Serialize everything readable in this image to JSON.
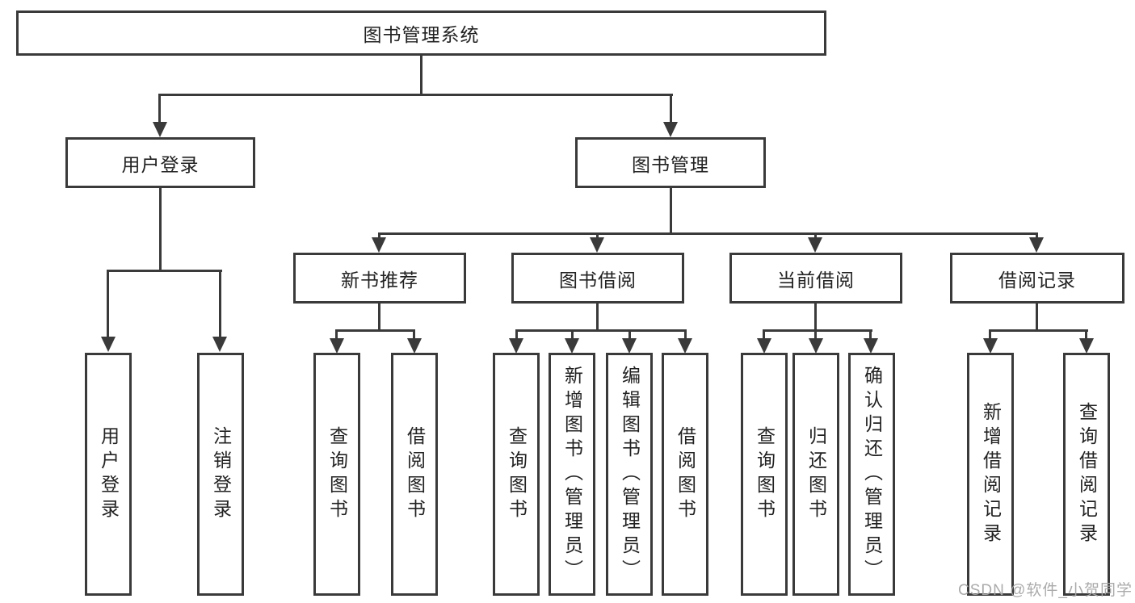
{
  "diagram": {
    "root": {
      "label": "图书管理系统"
    },
    "branches": [
      {
        "label": "用户登录",
        "children": [
          {
            "label": "用户登录"
          },
          {
            "label": "注销登录"
          }
        ]
      },
      {
        "label": "图书管理",
        "children": [
          {
            "label": "新书推荐",
            "children": [
              {
                "label": "查询图书"
              },
              {
                "label": "借阅图书"
              }
            ]
          },
          {
            "label": "图书借阅",
            "children": [
              {
                "label": "查询图书"
              },
              {
                "label": "新增图书（管理员）"
              },
              {
                "label": "编辑图书（管理员）"
              },
              {
                "label": "借阅图书"
              }
            ]
          },
          {
            "label": "当前借阅",
            "children": [
              {
                "label": "查询图书"
              },
              {
                "label": "归还图书"
              },
              {
                "label": "确认归还（管理员）"
              }
            ]
          },
          {
            "label": "借阅记录",
            "children": [
              {
                "label": "新增借阅记录"
              },
              {
                "label": "查询借阅记录"
              }
            ]
          }
        ]
      }
    ]
  },
  "watermark": {
    "text": "CSDN @软件_小贺同学"
  },
  "colors": {
    "line": "#3a3a3a",
    "text": "#222222",
    "background": "#ffffff",
    "watermark": "#a5a5a5"
  }
}
